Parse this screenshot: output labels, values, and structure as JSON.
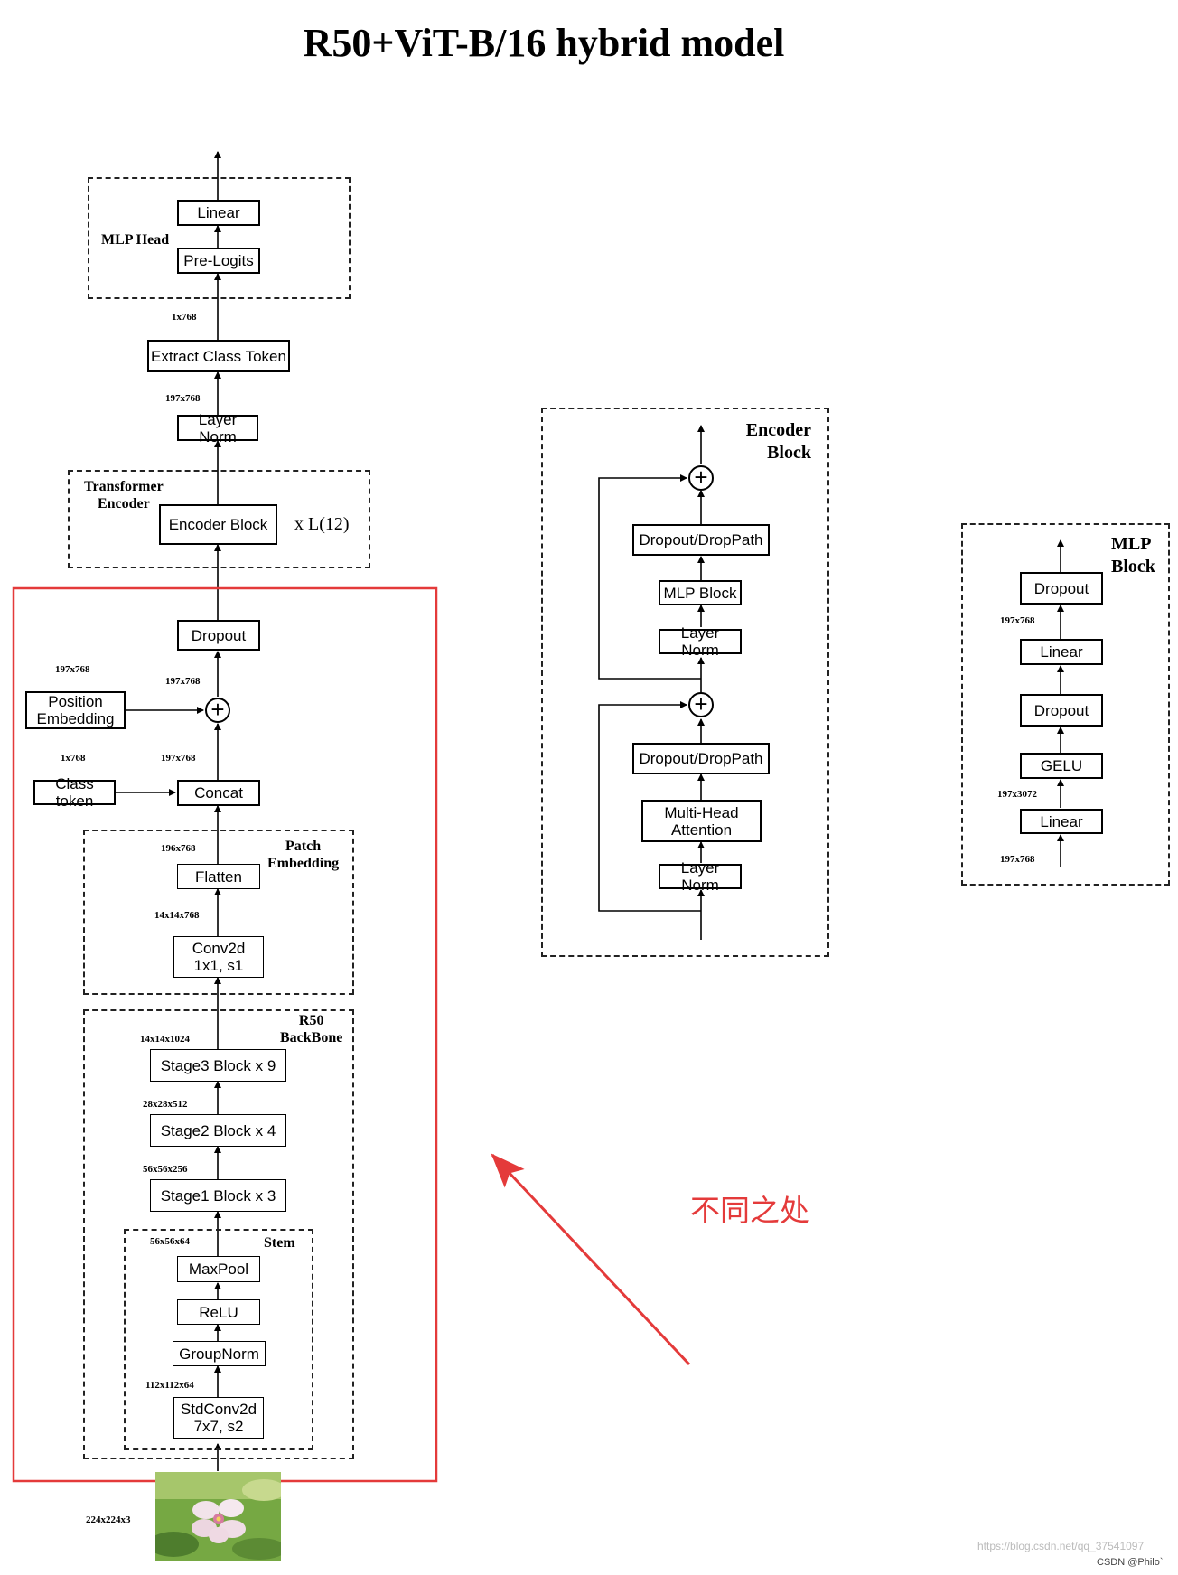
{
  "title": "R50+ViT-B/16 hybrid model",
  "main": {
    "boxes": {
      "linear": "Linear",
      "pre_logits": "Pre-Logits",
      "extract_class_token": "Extract Class Token",
      "layer_norm": "Layer Norm",
      "encoder_block": "Encoder Block",
      "dropout": "Dropout",
      "position_embedding": "Position\nEmbedding",
      "class_token": "Class token",
      "concat": "Concat",
      "flatten": "Flatten",
      "conv2d": "Conv2d\n1x1, s1",
      "stage3": "Stage3 Block x 9",
      "stage2": "Stage2 Block x 4",
      "stage1": "Stage1 Block x 3",
      "maxpool": "MaxPool",
      "relu": "ReLU",
      "groupnorm": "GroupNorm",
      "stdconv2d": "StdConv2d\n7x7, s2"
    },
    "groups": {
      "mlp_head": "MLP Head",
      "transformer_encoder": "Transformer\nEncoder",
      "repeat": "x L(12)",
      "patch_embedding": "Patch\nEmbedding",
      "r50_backbone": "R50\nBackBone",
      "stem": "Stem"
    },
    "dims": {
      "head_in": "1x768",
      "extract_in": "197x768",
      "pos_emb": "197x768",
      "add_in": "197x768",
      "cls": "1x768",
      "concat_out": "197x768",
      "flatten_out": "196x768",
      "conv_out": "14x14x768",
      "stage3_out": "14x14x1024",
      "stage2_out": "28x28x512",
      "stage1_out": "56x56x256",
      "stem_out": "56x56x64",
      "stdconv_out": "112x112x64",
      "input": "224x224x3"
    }
  },
  "encoder_block": {
    "title": "Encoder\nBlock",
    "boxes": {
      "dropout_top": "Dropout/DropPath",
      "mlp_block": "MLP Block",
      "layer_norm_top": "Layer Norm",
      "dropout_bottom": "Dropout/DropPath",
      "mha": "Multi-Head\nAttention",
      "layer_norm_bottom": "Layer Norm"
    }
  },
  "mlp_block": {
    "title": "MLP\nBlock",
    "boxes": {
      "dropout_top": "Dropout",
      "linear_top": "Linear",
      "dropout_mid": "Dropout",
      "gelu": "GELU",
      "linear_bottom": "Linear"
    },
    "dims": {
      "top": "197x768",
      "mid": "197x3072",
      "bottom": "197x768"
    }
  },
  "annotation": {
    "text": "不同之处",
    "color": "#e43a3a"
  },
  "watermark": {
    "url": "https://blog.csdn.net/qq_37541097",
    "credit": "CSDN @Philo`"
  }
}
